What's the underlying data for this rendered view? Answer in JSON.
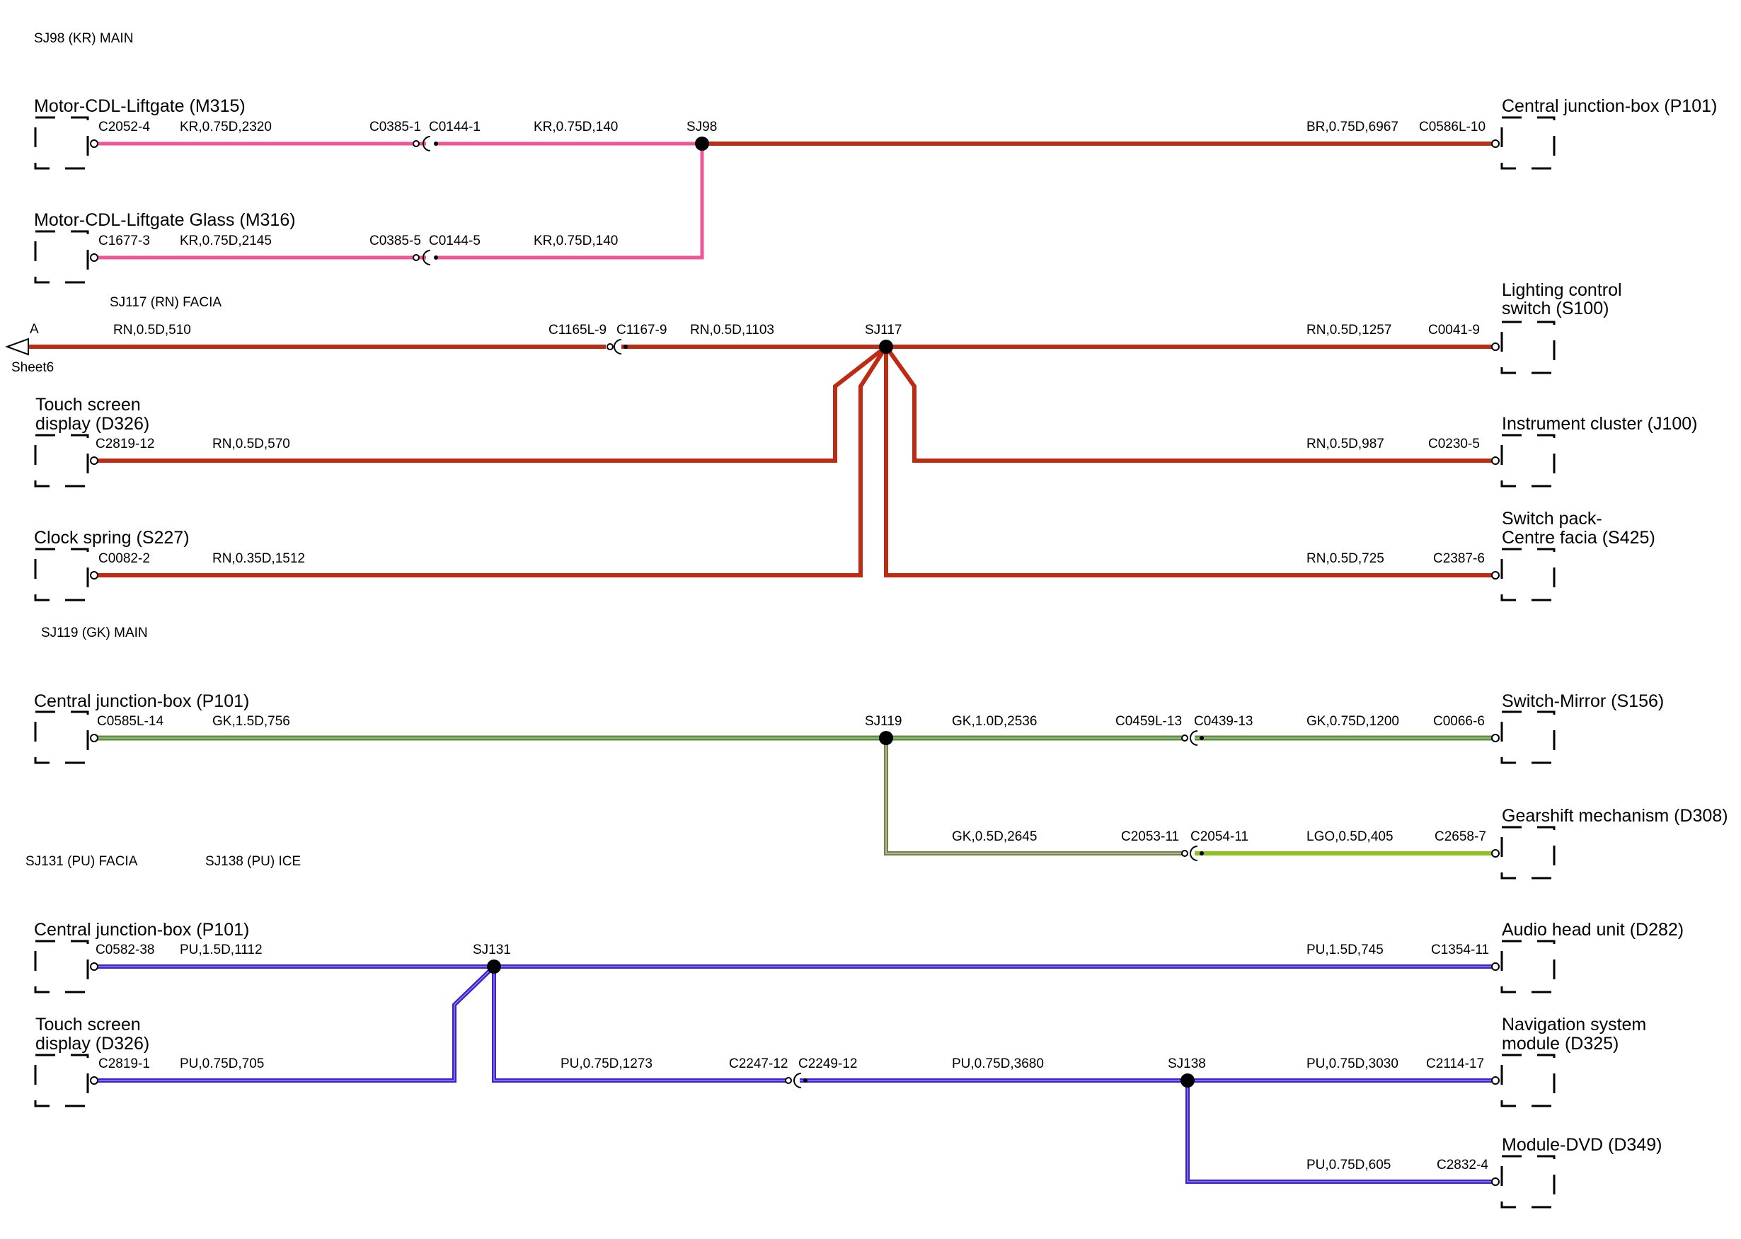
{
  "sections": {
    "sj98": "SJ98 (KR) MAIN",
    "sj117": "SJ117 (RN) FACIA",
    "sj119": "SJ119 (GK) MAIN",
    "sj131": "SJ131 (PU) FACIA",
    "sj138": "SJ138 (PU) ICE"
  },
  "off_sheet": {
    "letter": "A",
    "sheet": "Sheet6"
  },
  "colors": {
    "KR": "#f0559a",
    "BR": "#b43217",
    "RN": "#bf2b12",
    "GK": "#5e8f3e",
    "LGO": "#8dc21f",
    "PU": "#3d1fd6",
    "GK_PINK_TRACE": "#e89fb5"
  },
  "components": {
    "m315": "Motor-CDL-Liftgate (M315)",
    "p101_a": "Central junction-box (P101)",
    "m316": "Motor-CDL-Liftgate Glass (M316)",
    "s100_1": "Lighting control",
    "s100_2": "switch (S100)",
    "d326a_1": "Touch screen",
    "d326a_2": "display (D326)",
    "j100": "Instrument cluster (J100)",
    "s227": "Clock spring (S227)",
    "s425_1": "Switch pack-",
    "s425_2": "Centre facia (S425)",
    "p101_b": "Central junction-box (P101)",
    "s156": "Switch-Mirror (S156)",
    "d308": "Gearshift mechanism (D308)",
    "p101_c": "Central junction-box (P101)",
    "d282": "Audio head unit (D282)",
    "d326b_1": "Touch screen",
    "d326b_2": "display (D326)",
    "d325_1": "Navigation system",
    "d325_2": "module (D325)",
    "d349": "Module-DVD (D349)"
  },
  "labels": {
    "c2052": "C2052-4",
    "w_kr_2320": "KR,0.75D,2320",
    "c0385_1": "C0385-1",
    "c0144_1": "C0144-1",
    "w_kr_140a": "KR,0.75D,140",
    "sj98": "SJ98",
    "w_br_6967": "BR,0.75D,6967",
    "c0586l": "C0586L-10",
    "c1677": "C1677-3",
    "w_kr_2145": "KR,0.75D,2145",
    "c0385_5": "C0385-5",
    "c0144_5": "C0144-5",
    "w_kr_140b": "KR,0.75D,140",
    "w_rn_510": "RN,0.5D,510",
    "c1165l": "C1165L-9",
    "c1167": "C1167-9",
    "w_rn_1103": "RN,0.5D,1103",
    "sj117": "SJ117",
    "w_rn_1257": "RN,0.5D,1257",
    "c0041": "C0041-9",
    "c2819_12": "C2819-12",
    "w_rn_570": "RN,0.5D,570",
    "w_rn_987": "RN,0.5D,987",
    "c0230": "C0230-5",
    "c0082": "C0082-2",
    "w_rn_1512": "RN,0.35D,1512",
    "w_rn_725": "RN,0.5D,725",
    "c2387": "C2387-6",
    "c0585l": "C0585L-14",
    "w_gk_756": "GK,1.5D,756",
    "sj119": "SJ119",
    "w_gk_2536": "GK,1.0D,2536",
    "c0459l": "C0459L-13",
    "c0439": "C0439-13",
    "w_gk_1200": "GK,0.75D,1200",
    "c0066": "C0066-6",
    "w_gk_2645": "GK,0.5D,2645",
    "c2053": "C2053-11",
    "c2054": "C2054-11",
    "w_lgo_405": "LGO,0.5D,405",
    "c2658": "C2658-7",
    "c0582": "C0582-38",
    "w_pu_1112": "PU,1.5D,1112",
    "sj131": "SJ131",
    "w_pu_745": "PU,1.5D,745",
    "c1354": "C1354-11",
    "c2819_1": "C2819-1",
    "w_pu_705": "PU,0.75D,705",
    "w_pu_1273": "PU,0.75D,1273",
    "c2247": "C2247-12",
    "c2249": "C2249-12",
    "w_pu_3680": "PU,0.75D,3680",
    "sj138": "SJ138",
    "w_pu_3030": "PU,0.75D,3030",
    "c2114": "C2114-17",
    "w_pu_605": "PU,0.75D,605",
    "c2832": "C2832-4"
  }
}
